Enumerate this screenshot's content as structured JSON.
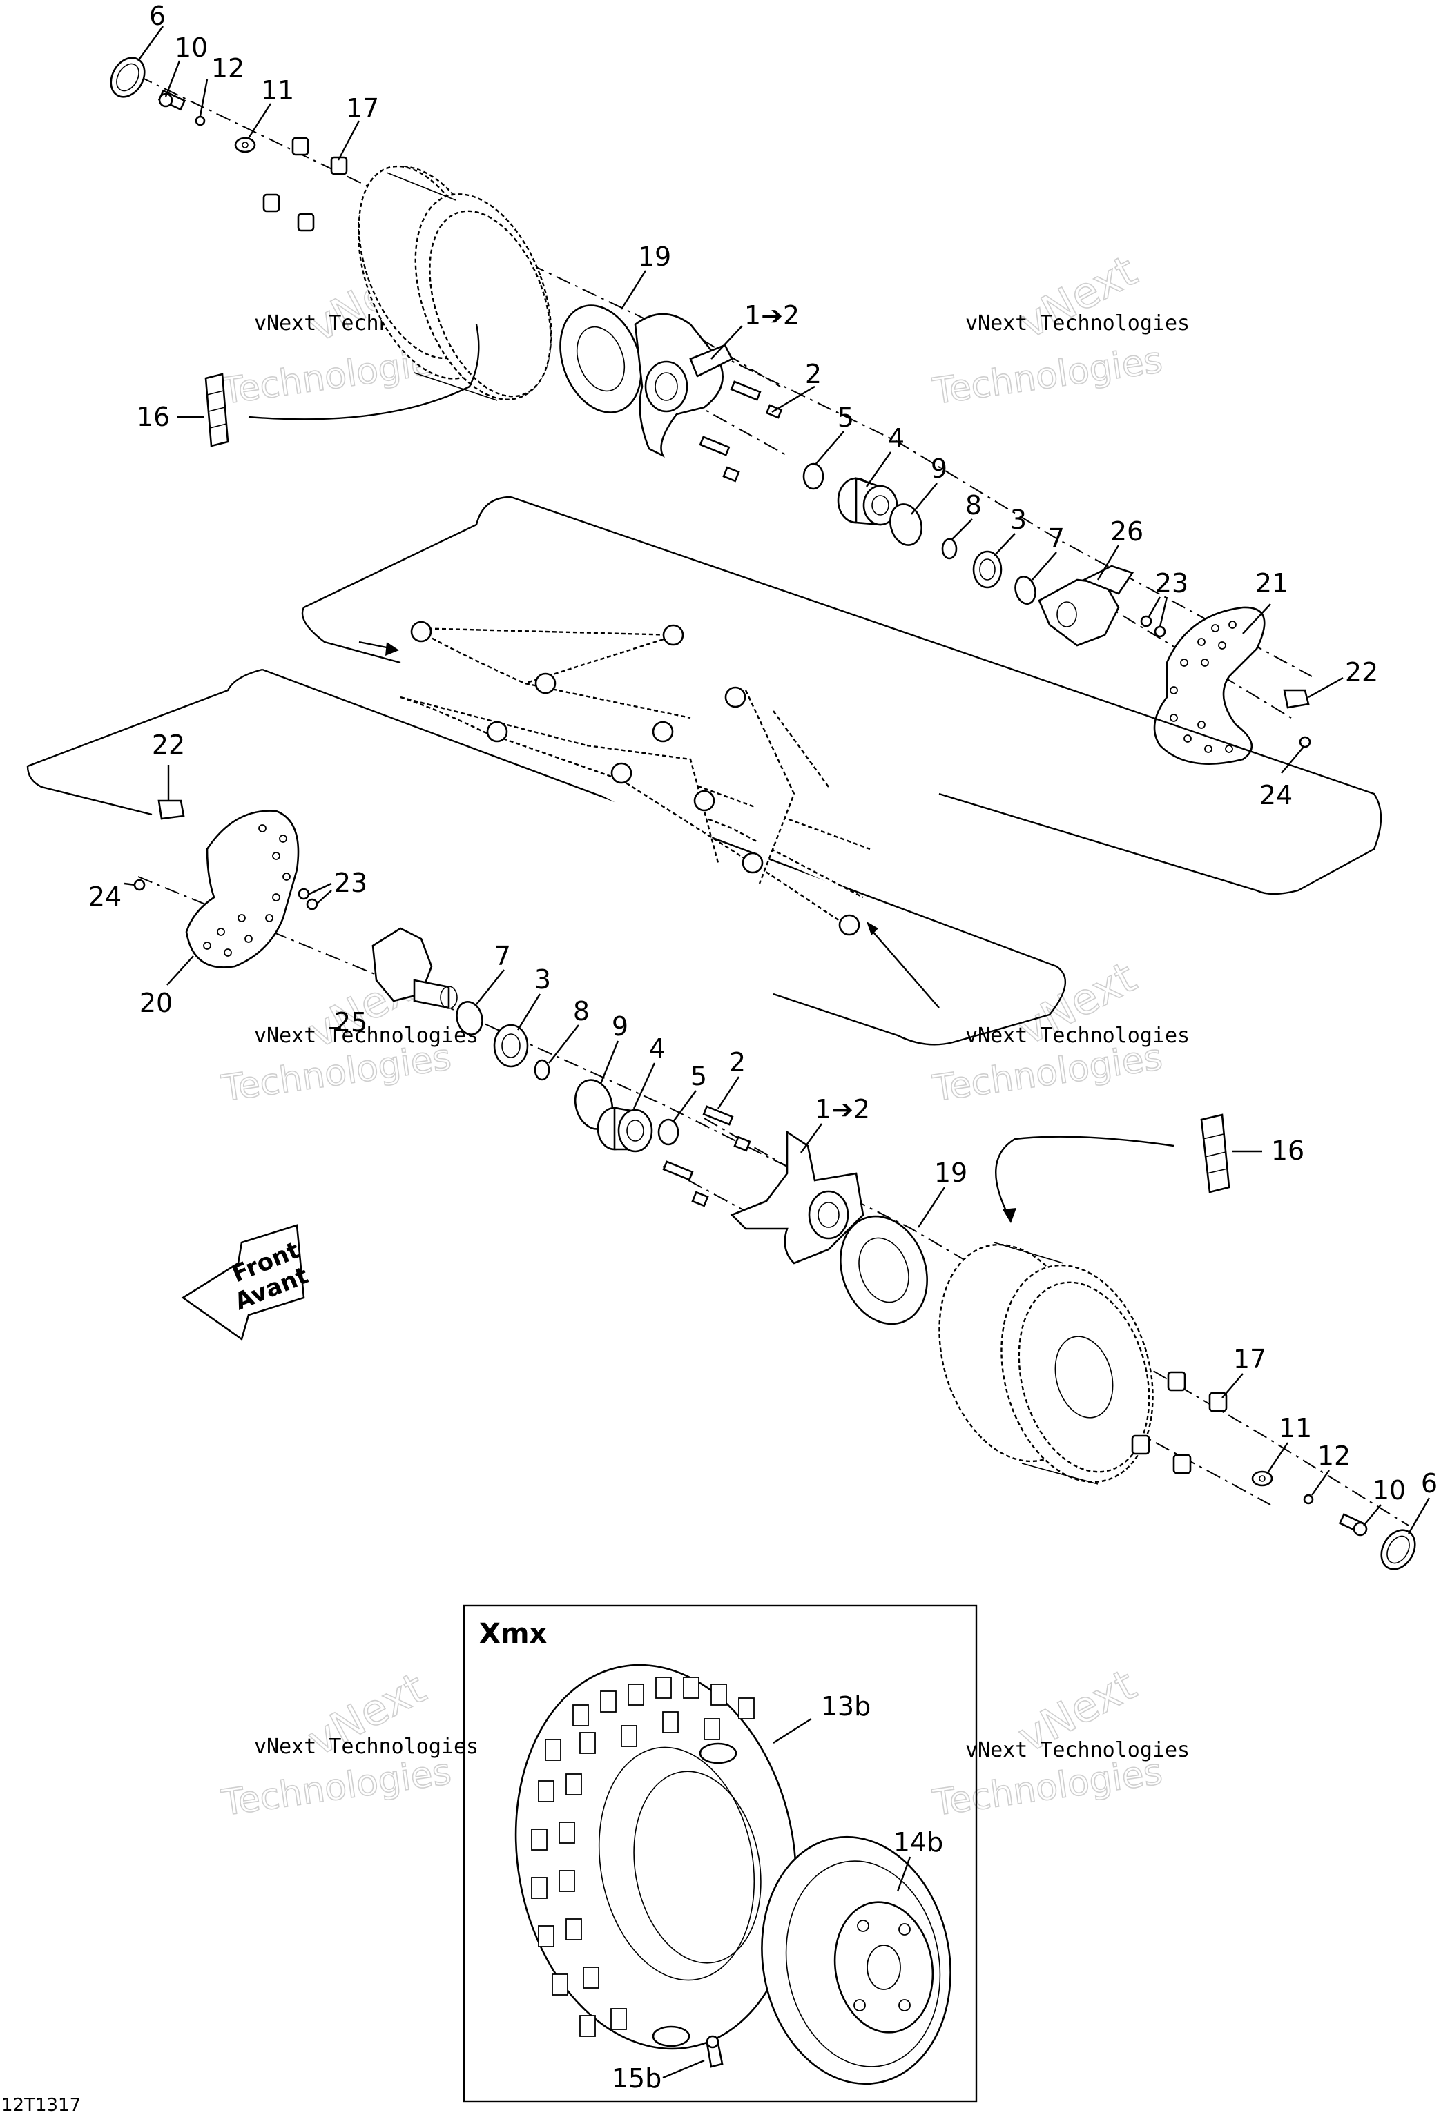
{
  "diagram_code": "12T1317",
  "front_arrow": {
    "line1": "Front",
    "line2": "Avant"
  },
  "inset_box": {
    "title": "Xmx"
  },
  "watermark": {
    "line1": "vNext Technologies",
    "line2_a": "vNext",
    "line2_b": "Technologies"
  },
  "callouts": [
    {
      "id": "c-top-6",
      "text": "6"
    },
    {
      "id": "c-top-10",
      "text": "10"
    },
    {
      "id": "c-top-12",
      "text": "12"
    },
    {
      "id": "c-top-11",
      "text": "11"
    },
    {
      "id": "c-top-17",
      "text": "17"
    },
    {
      "id": "c-top-19",
      "text": "19"
    },
    {
      "id": "c-top-1-2",
      "text": "1➔2"
    },
    {
      "id": "c-top-2",
      "text": "2"
    },
    {
      "id": "c-top-16",
      "text": "16"
    },
    {
      "id": "c-top-5",
      "text": "5"
    },
    {
      "id": "c-top-4",
      "text": "4"
    },
    {
      "id": "c-top-9",
      "text": "9"
    },
    {
      "id": "c-top-8",
      "text": "8"
    },
    {
      "id": "c-top-3",
      "text": "3"
    },
    {
      "id": "c-top-7",
      "text": "7"
    },
    {
      "id": "c-top-26",
      "text": "26"
    },
    {
      "id": "c-top-23",
      "text": "23"
    },
    {
      "id": "c-top-21",
      "text": "21"
    },
    {
      "id": "c-top-22",
      "text": "22"
    },
    {
      "id": "c-top-24",
      "text": "24"
    },
    {
      "id": "c-bot-22",
      "text": "22"
    },
    {
      "id": "c-bot-24",
      "text": "24"
    },
    {
      "id": "c-bot-23",
      "text": "23"
    },
    {
      "id": "c-bot-20",
      "text": "20"
    },
    {
      "id": "c-bot-7",
      "text": "7"
    },
    {
      "id": "c-bot-3",
      "text": "3"
    },
    {
      "id": "c-bot-25",
      "text": "25"
    },
    {
      "id": "c-bot-8",
      "text": "8"
    },
    {
      "id": "c-bot-9",
      "text": "9"
    },
    {
      "id": "c-bot-4",
      "text": "4"
    },
    {
      "id": "c-bot-5",
      "text": "5"
    },
    {
      "id": "c-bot-2",
      "text": "2"
    },
    {
      "id": "c-bot-1-2",
      "text": "1➔2"
    },
    {
      "id": "c-bot-16",
      "text": "16"
    },
    {
      "id": "c-bot-19",
      "text": "19"
    },
    {
      "id": "c-bot-17",
      "text": "17"
    },
    {
      "id": "c-bot-11",
      "text": "11"
    },
    {
      "id": "c-bot-12",
      "text": "12"
    },
    {
      "id": "c-bot-10",
      "text": "10"
    },
    {
      "id": "c-bot-6",
      "text": "6"
    },
    {
      "id": "c-xmx-13b",
      "text": "13b"
    },
    {
      "id": "c-xmx-14b",
      "text": "14b"
    },
    {
      "id": "c-xmx-15b",
      "text": "15b"
    }
  ]
}
